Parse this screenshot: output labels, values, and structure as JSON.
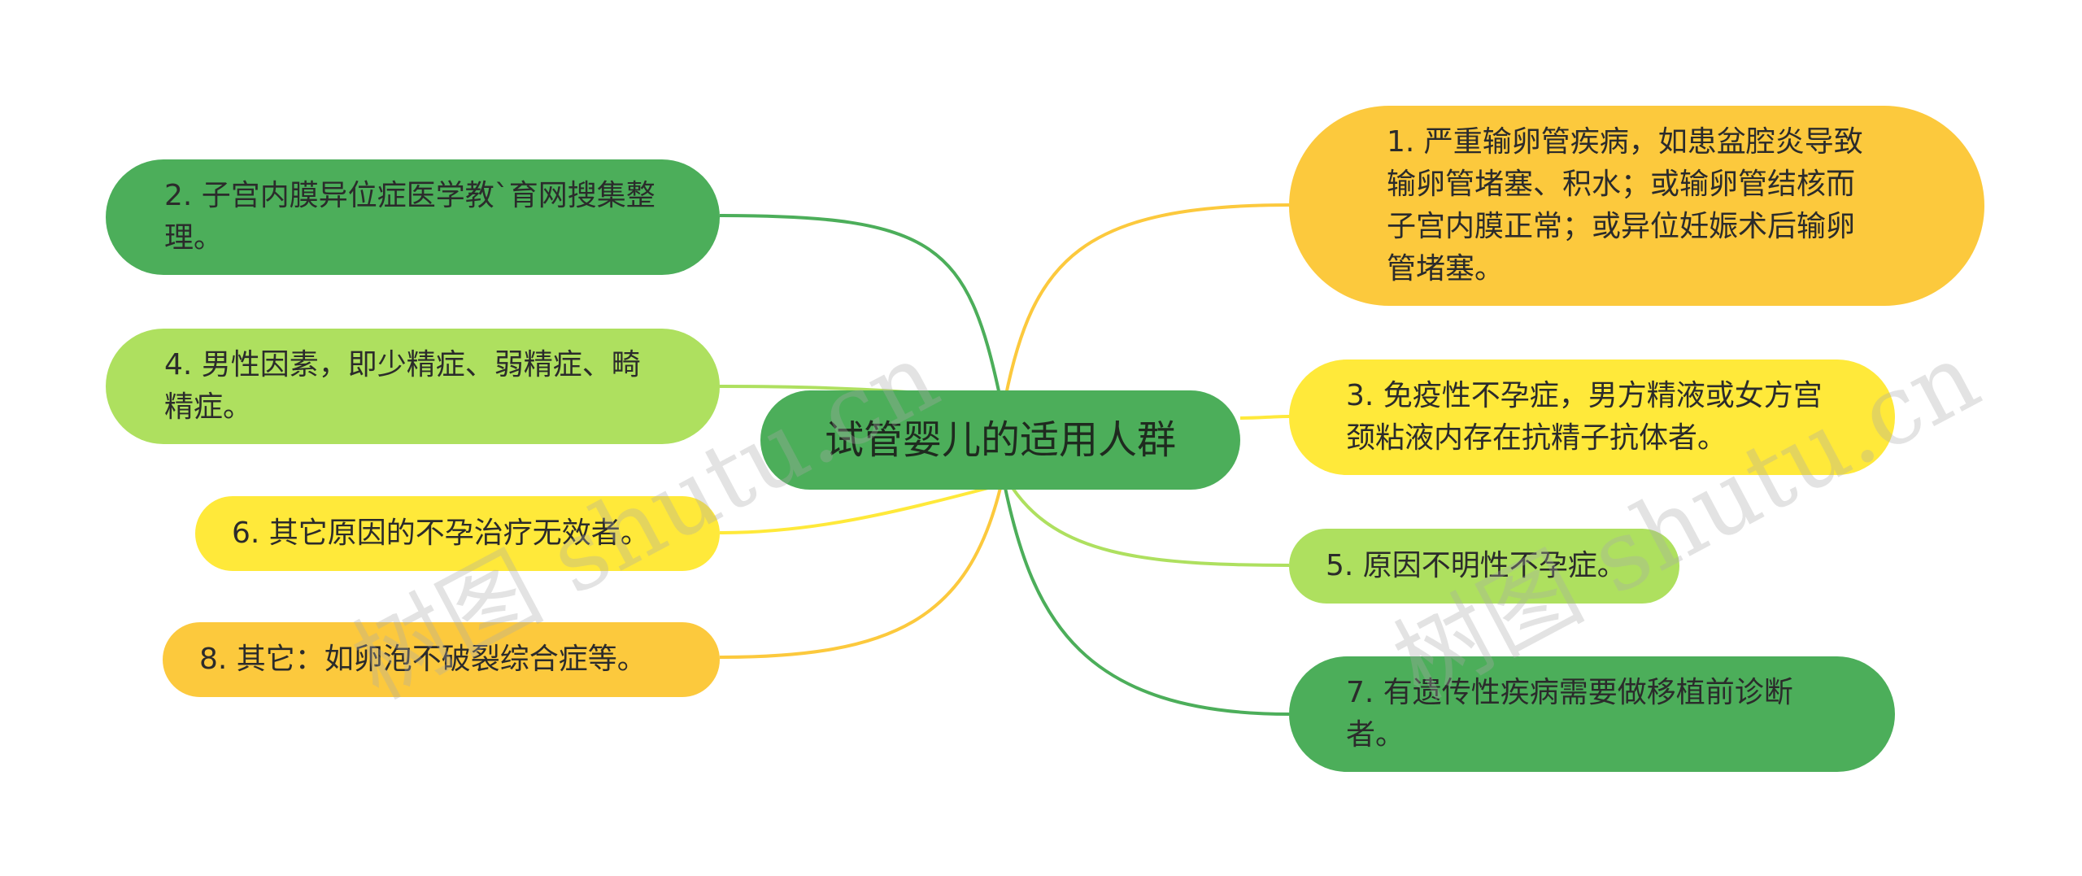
{
  "center": {
    "label": "试管婴儿的适用人群",
    "color": "#4cae5a"
  },
  "left_nodes": [
    {
      "label": "2. 子宫内膜异位症医学教`育网搜集整理。",
      "color": "#4cae5a"
    },
    {
      "label": "4. 男性因素，即少精症、弱精症、畸精症。",
      "color": "#aee05f"
    },
    {
      "label": "6. 其它原因的不孕治疗无效者。",
      "color": "#ffe93a"
    },
    {
      "label": "8. 其它：如卵泡不破裂综合症等。",
      "color": "#fcc93d"
    }
  ],
  "right_nodes": [
    {
      "label": "1. 严重输卵管疾病，如患盆腔炎导致输卵管堵塞、积水；或输卵管结核而子宫内膜正常；或异位妊娠术后输卵管堵塞。",
      "color": "#fcc93d"
    },
    {
      "label": "3. 免疫性不孕症，男方精液或女方宫颈粘液内存在抗精子抗体者。",
      "color": "#ffe93a"
    },
    {
      "label": "5. 原因不明性不孕症。",
      "color": "#aee05f"
    },
    {
      "label": "7. 有遗传性疾病需要做移植前诊断者。",
      "color": "#4cae5a"
    }
  ],
  "watermark": "树图 shutu.cn"
}
